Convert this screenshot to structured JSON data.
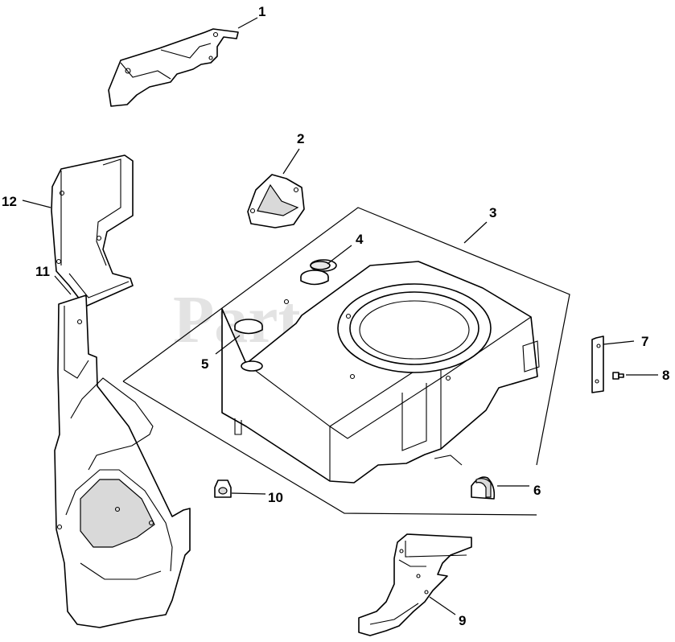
{
  "watermark": {
    "text": "PartsTree",
    "trademark": "™"
  },
  "callouts": {
    "c1": "1",
    "c2": "2",
    "c3": "3",
    "c4": "4",
    "c5": "5",
    "c6": "6",
    "c7": "7",
    "c8": "8",
    "c9": "9",
    "c10": "10",
    "c11": "11",
    "c12": "12"
  }
}
